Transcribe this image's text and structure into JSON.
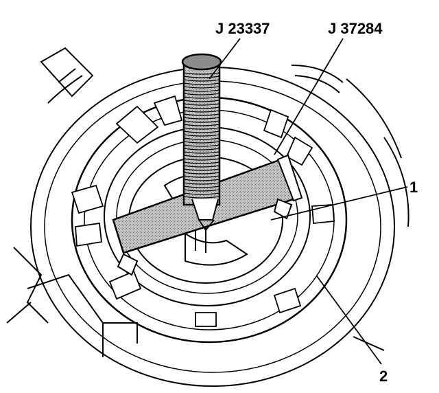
{
  "callouts": {
    "tool_a": "J 23337",
    "tool_b": "J 37284",
    "item_1": "1",
    "item_2": "2"
  },
  "colors": {
    "line": "#000000",
    "background": "#ffffff",
    "tool_fill": "#b4b4b4"
  }
}
